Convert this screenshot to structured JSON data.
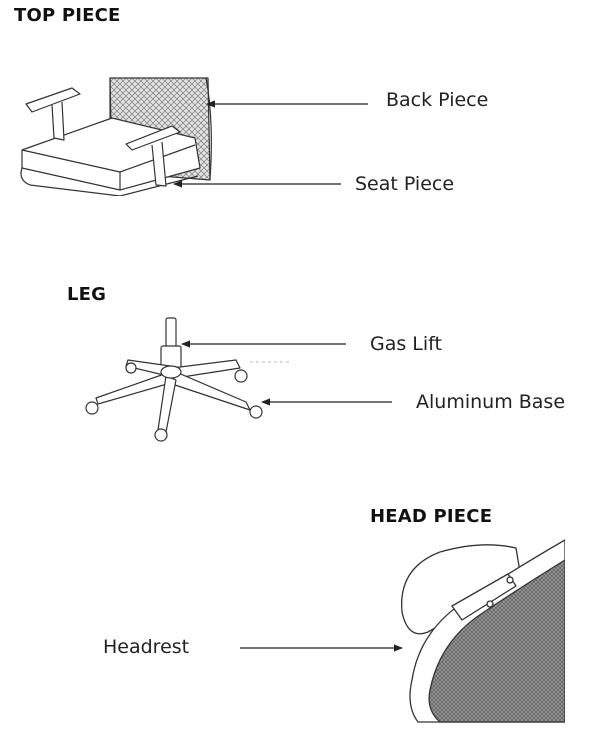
{
  "sections": {
    "top": {
      "title": "TOP PIECE",
      "labels": {
        "back": "Back Piece",
        "seat": "Seat Piece"
      }
    },
    "leg": {
      "title": "LEG",
      "labels": {
        "gas_lift": "Gas Lift",
        "base": "Aluminum Base"
      }
    },
    "head": {
      "title": "HEAD PIECE",
      "labels": {
        "headrest": "Headrest"
      }
    }
  }
}
